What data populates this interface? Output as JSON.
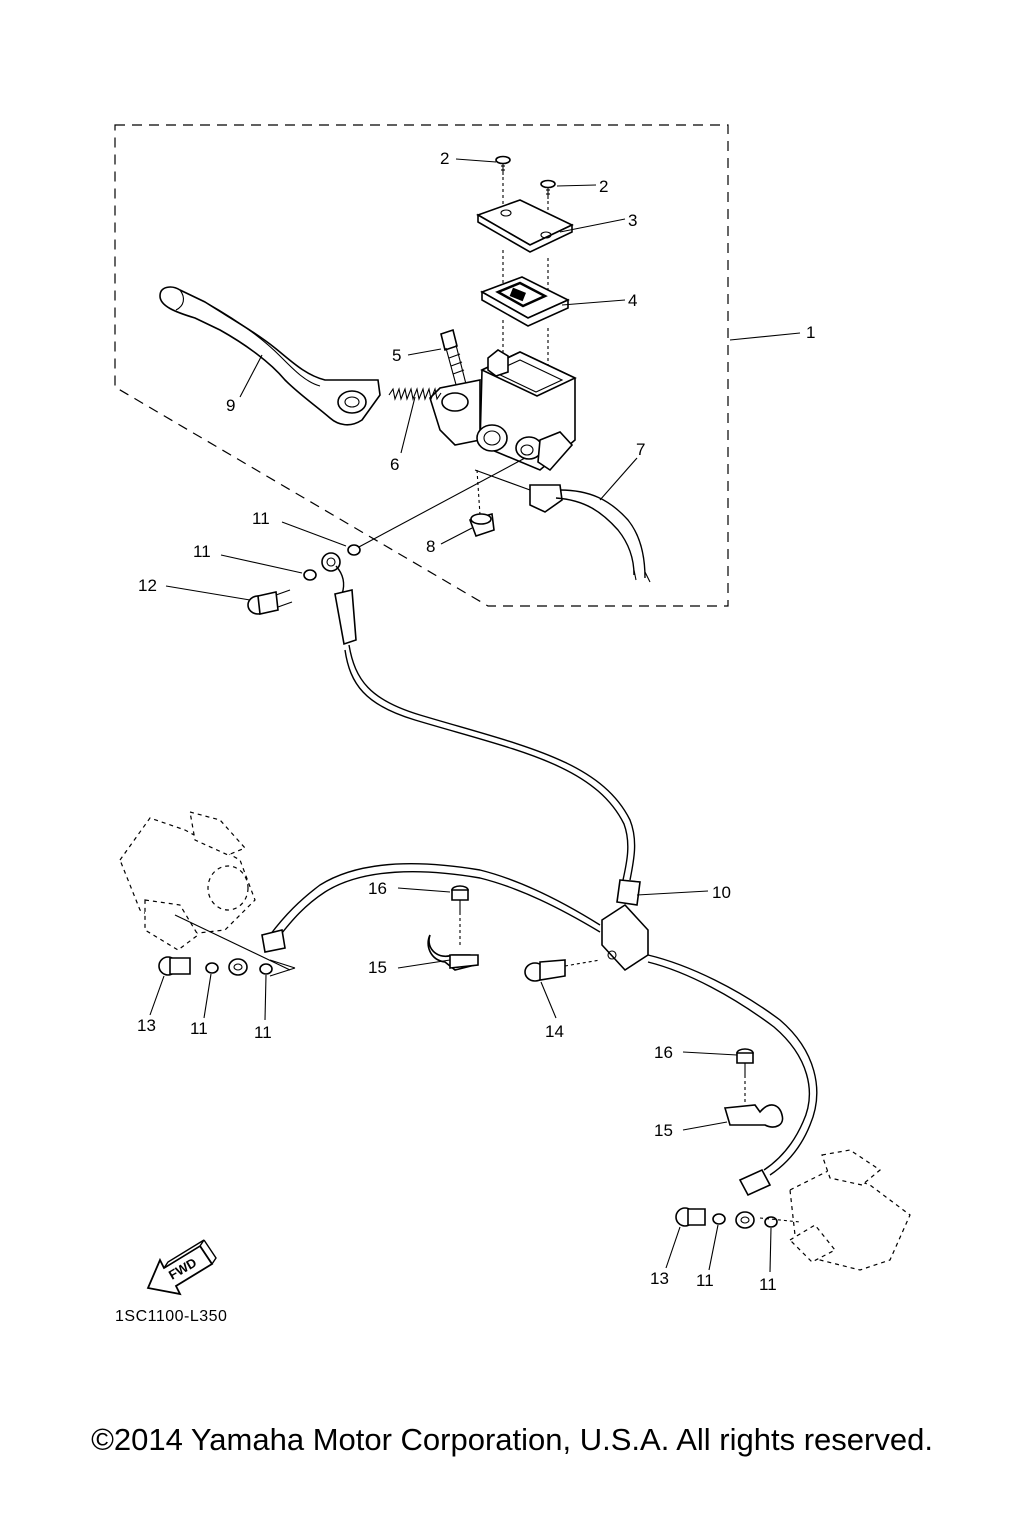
{
  "callouts": {
    "c1": "1",
    "c2a": "2",
    "c2b": "2",
    "c3": "3",
    "c4": "4",
    "c5": "5",
    "c6": "6",
    "c7": "7",
    "c8": "8",
    "c9": "9",
    "c10": "10",
    "c11a": "11",
    "c11b": "11",
    "c11c": "11",
    "c11d": "11",
    "c11e": "11",
    "c11f": "11",
    "c12": "12",
    "c13a": "13",
    "c13b": "13",
    "c14": "14",
    "c15a": "15",
    "c15b": "15",
    "c16a": "16",
    "c16b": "16"
  },
  "fwd_label": "FWD",
  "diagram_code": "1SC1100-L350",
  "copyright": "©2014 Yamaha Motor Corporation, U.S.A. All rights reserved."
}
